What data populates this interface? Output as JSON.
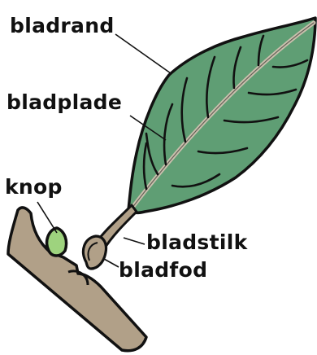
{
  "labels": {
    "leaf_margin": "bladrand",
    "leaf_blade": "bladplade",
    "bud": "knop",
    "petiole": "bladstilk",
    "leaf_base": "bladfod"
  },
  "colors": {
    "leaf_fill": "#5f9e74",
    "stem_fill": "#b1a088",
    "bud_fill": "#9ed37e",
    "outline": "#111111",
    "vein": "#c9c0ad"
  }
}
